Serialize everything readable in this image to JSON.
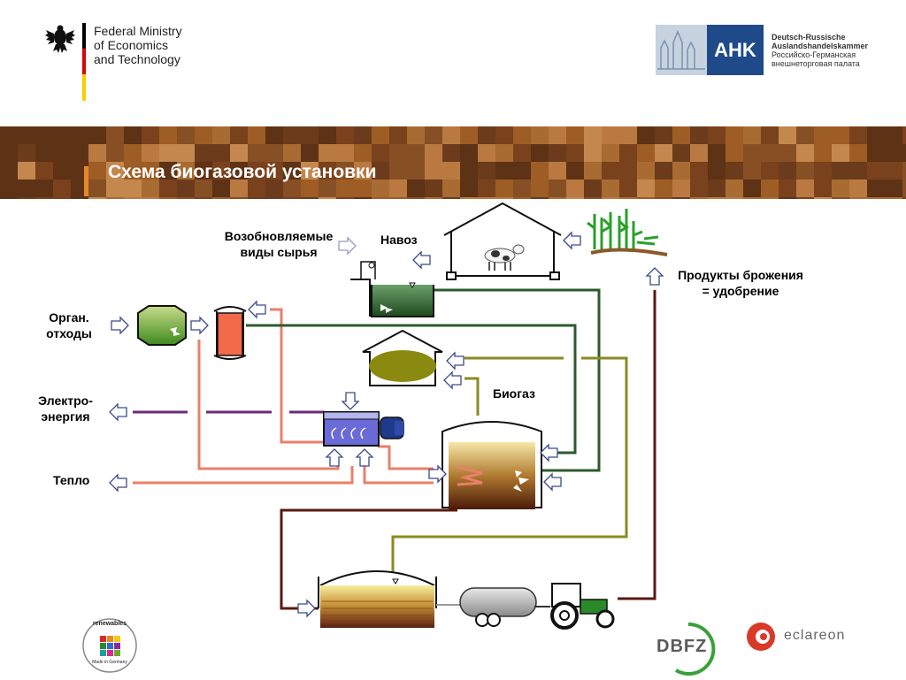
{
  "header": {
    "ministry_lines": [
      "Federal Ministry",
      "of Economics",
      "and Technology"
    ],
    "ahk_logo": "AHK",
    "ahk_lines": [
      "Deutsch-Russische",
      "Auslandshandelskammer",
      "Российско-Германская",
      "внешнеторговая палата"
    ]
  },
  "slide": {
    "title": "Схема биогазовой установки"
  },
  "labels": {
    "renewables": [
      "Возобновляемые",
      "виды сырья"
    ],
    "manure": "Навоз",
    "fermentation_products": [
      "Продукты брожения",
      "= удобрение"
    ],
    "organic_waste": [
      "Орган.",
      "отходы"
    ],
    "electricity": [
      "Электро-",
      "энергия"
    ],
    "heat": "Тепло",
    "biogas": "Биогаз"
  },
  "footer": {
    "renewables_badge": "renewables",
    "made_in_germany": "Made in Germany",
    "dbfz": "DBFZ",
    "eclareon": "eclareon"
  },
  "colors": {
    "heat_line": "#e8806a",
    "electric_line": "#6a2a7a",
    "manure_line": "#2d5a2d",
    "gas_line": "#8a8a22",
    "digestate_line": "#5a1a10",
    "arrow_stroke": "#3a4a8a",
    "banner_dark": "#6a3a18",
    "banner_mid": "#b36a2a",
    "banner_light": "#d48a4a"
  }
}
